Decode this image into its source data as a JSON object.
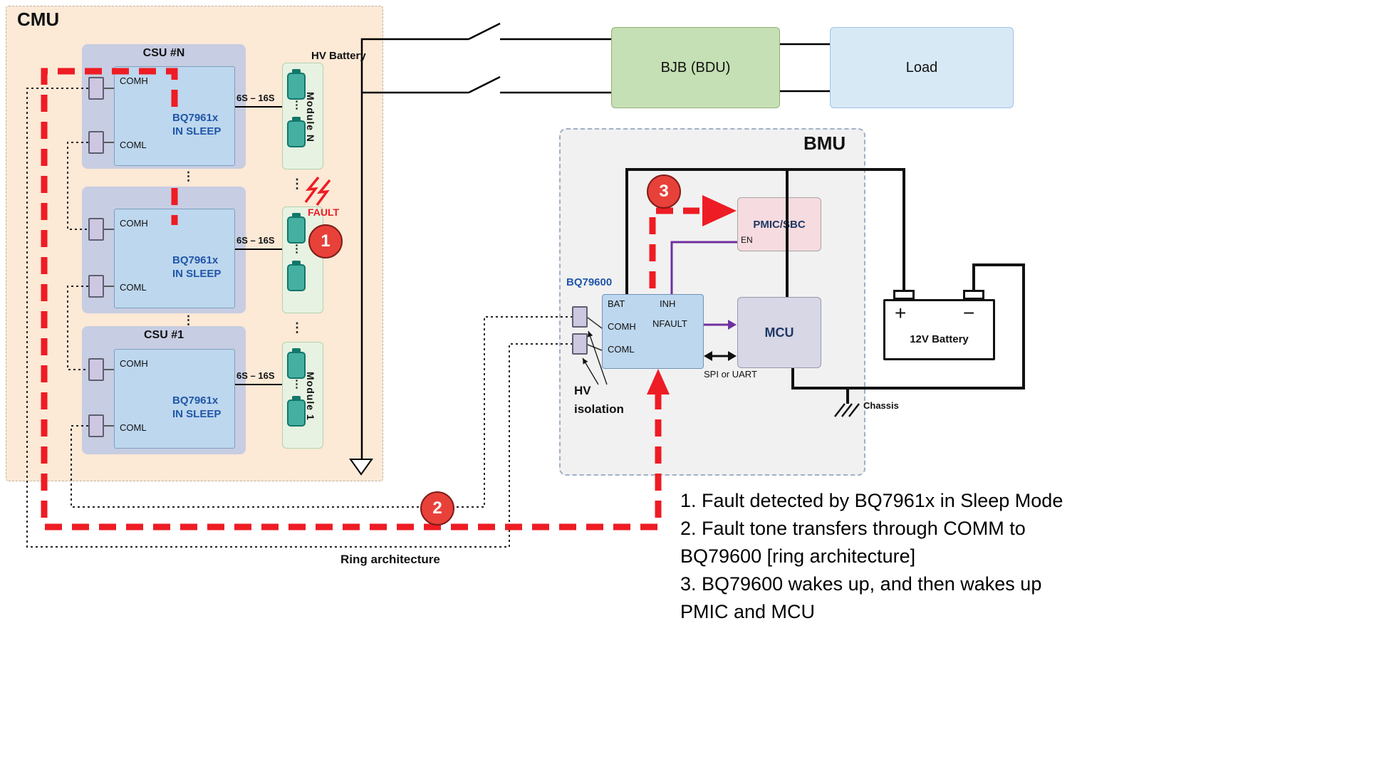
{
  "cmu": {
    "title": "CMU",
    "hv_battery": "HV Battery",
    "fault": "FAULT",
    "ring_architecture": "Ring architecture",
    "csu_n": {
      "title": "CSU #N",
      "comh": "COMH",
      "coml": "COML",
      "chip1": "BQ7961x",
      "chip2": "IN SLEEP",
      "bus": "6S – 16S"
    },
    "csu_mid": {
      "comh": "COMH",
      "coml": "COML",
      "chip1": "BQ7961x",
      "chip2": "IN SLEEP",
      "bus": "6S – 16S"
    },
    "csu_1": {
      "title": "CSU #1",
      "comh": "COMH",
      "coml": "COML",
      "chip1": "BQ7961x",
      "chip2": "IN SLEEP",
      "bus": "6S – 16S"
    },
    "module_n": "Module N",
    "module_1": "Module 1"
  },
  "power": {
    "bjb": "BJB (BDU)",
    "load": "Load"
  },
  "bmu": {
    "title": "BMU",
    "bq79600": "BQ79600",
    "bat": "BAT",
    "comh": "COMH",
    "coml": "COML",
    "inh": "INH",
    "nfault": "NFAULT",
    "pmic": "PMIC/SBC",
    "en": "EN",
    "mcu": "MCU",
    "spi": "SPI or UART",
    "hv1": "HV",
    "hv2": "isolation",
    "chassis": "Chassis"
  },
  "battery12v": {
    "plus": "+",
    "minus": "−",
    "label": "12V Battery"
  },
  "badges": {
    "one": "1",
    "two": "2",
    "three": "3"
  },
  "notes": {
    "l1": "1. Fault detected by BQ7961x in Sleep Mode",
    "l2": "2. Fault tone transfers through COMM to",
    "l3": "BQ79600 [ring architecture]",
    "l4": "3. BQ79600 wakes up, and then wakes up",
    "l5": "PMIC and MCU"
  },
  "glyphs": {
    "ellipsis": "⋮"
  },
  "colors": {
    "fault_red": "#ee1c24",
    "signal_purple": "#7030a0",
    "chip_blue": "#bdd7ee",
    "module_green": "#e7f2e2",
    "bjb_green": "#c5e0b4",
    "load_blue": "#d8e9f6",
    "pmic_pink": "#f6dbe0",
    "cmu_bg": "#fce9d6",
    "battery_teal": "#45b0a2"
  }
}
